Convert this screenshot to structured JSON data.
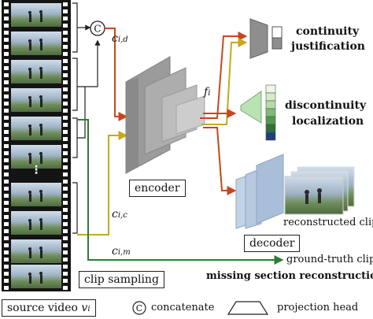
{
  "labels": {
    "source_video_prefix": "source video ",
    "source_video_var": "v",
    "source_video_sub": "i",
    "clip_sampling": "clip sampling",
    "encoder": "encoder",
    "decoder": "decoder",
    "fi_var": "f",
    "fi_sub": "i",
    "cid_var": "c",
    "cid_sub": "i,d",
    "cic_var": "c",
    "cic_sub": "i,c",
    "cim_var": "c",
    "cim_sub": "i,m",
    "continuity_1": "continuity",
    "continuity_2": "justification",
    "discontinuity_1": "discontinuity",
    "discontinuity_2": "localization",
    "reconstructed_clip": "reconstructed clip",
    "ground_truth_clip": "ground-truth clip",
    "missing_section": "missing section reconstruction",
    "concat_symbol": "C",
    "legend_concatenate": "concatenate",
    "legend_projection": "projection head"
  },
  "colors": {
    "arrow_red": "#c4471f",
    "arrow_yellow": "#c8a81a",
    "arrow_green": "#2e7d32",
    "encoder_gray": "#9b9b9b",
    "decoder_blue": "#a9bfd9",
    "disc_head_green": "#b9e3b3",
    "cont_head_gray": "#8e8e8e",
    "bar_greens": [
      "#eef7e6",
      "#d6ecc9",
      "#b4dba4",
      "#7fbb73",
      "#4f9a4b",
      "#2f6f3a",
      "#1f3f7a"
    ]
  }
}
